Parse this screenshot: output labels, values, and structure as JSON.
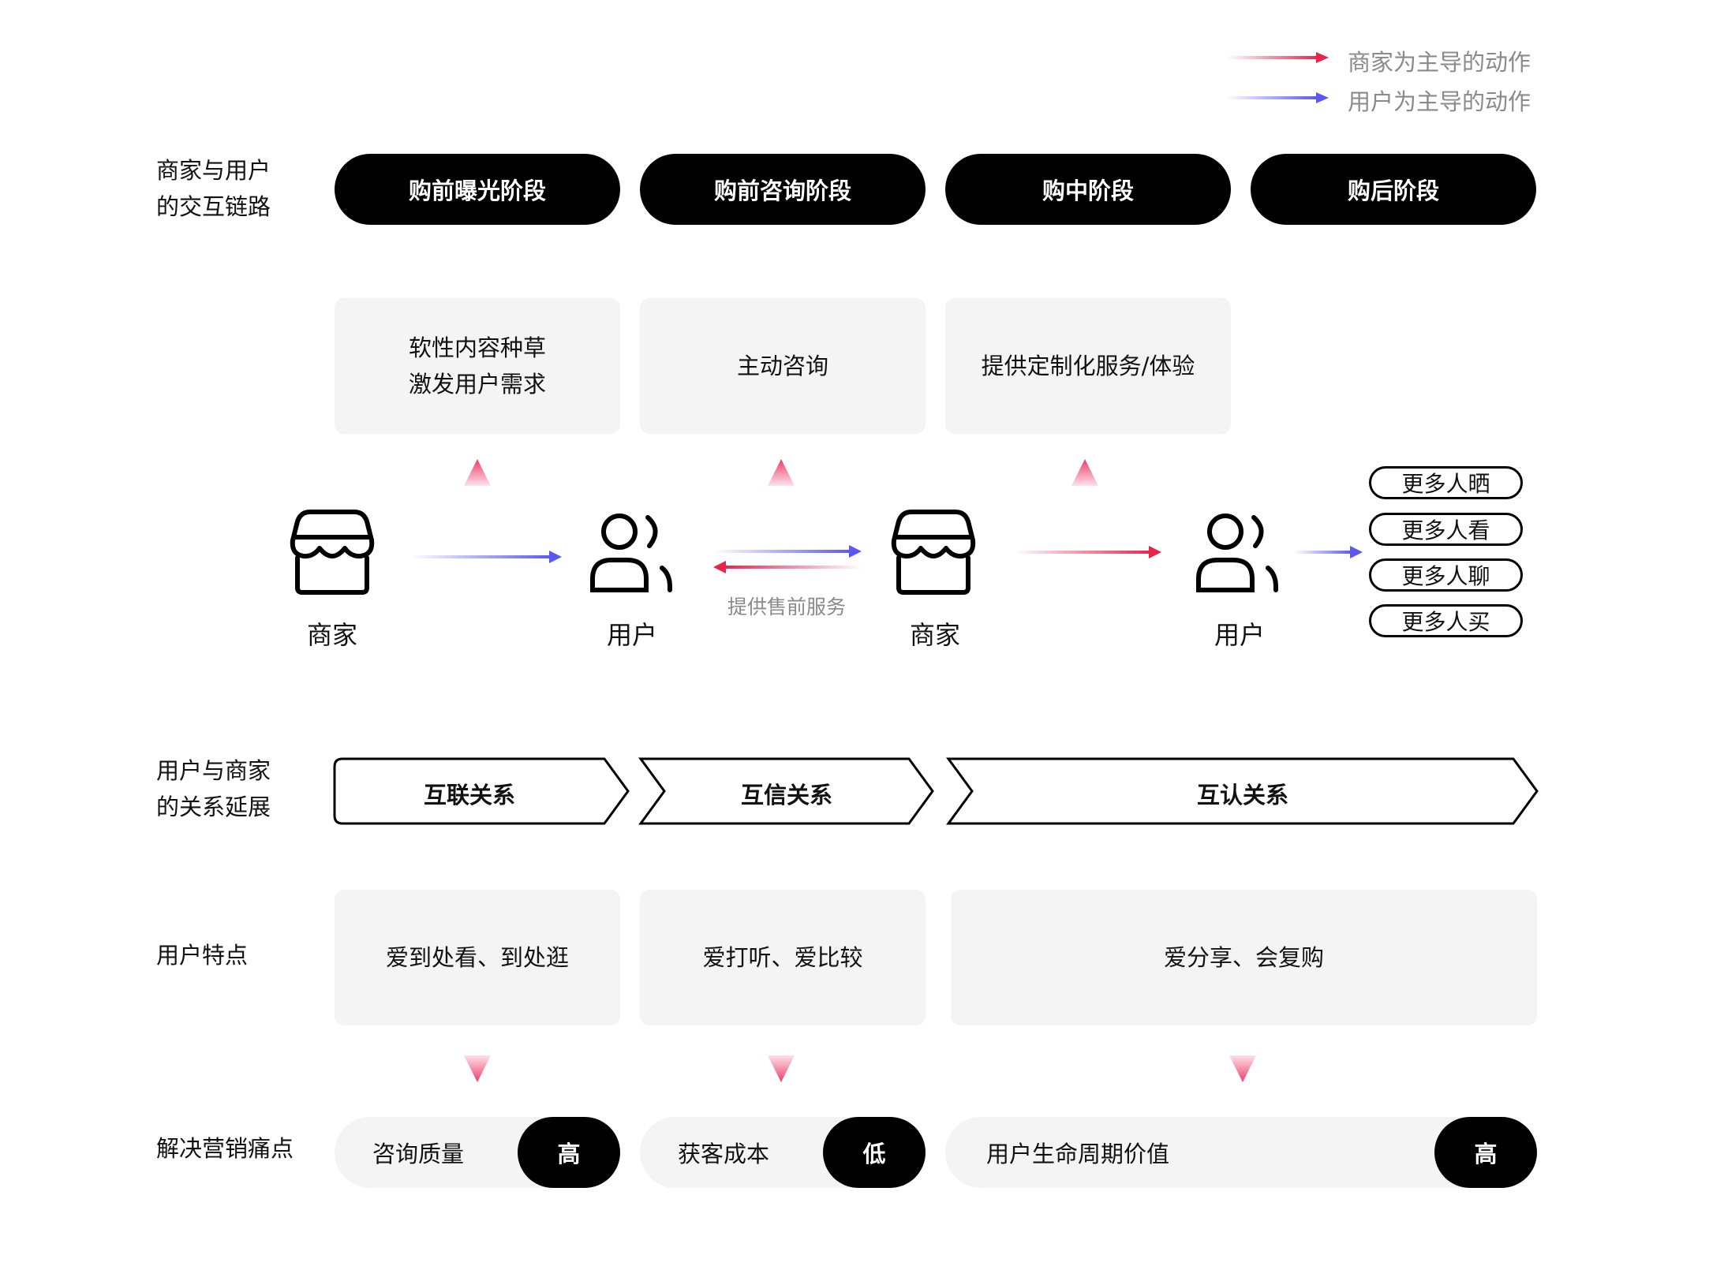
{
  "legend": {
    "merchant_led": "商家为主导的动作",
    "user_led": "用户为主导的动作"
  },
  "colors": {
    "merchant_arrow": "#e8244a",
    "user_arrow": "#5b57f0",
    "triangle": "#ee3c6a",
    "card_bg": "#f4f4f4",
    "stage_bg": "#000000"
  },
  "rows": {
    "interaction": "商家与用户的交互链路",
    "interaction_line1": "商家与用户",
    "interaction_line2": "的交互链路",
    "relation_line1": "用户与商家",
    "relation_line2": "的关系延展",
    "traits": "用户特点",
    "pain": "解决营销痛点"
  },
  "stages": [
    "购前曝光阶段",
    "购前咨询阶段",
    "购中阶段",
    "购后阶段"
  ],
  "actions": {
    "a1_line1": "软性内容种草",
    "a1_line2": "激发用户需求",
    "a2": "主动咨询",
    "a3": "提供定制化服务/体验"
  },
  "nodes": [
    "商家",
    "用户",
    "商家",
    "用户"
  ],
  "presale_caption": "提供售前服务",
  "outcomes": [
    "更多人晒",
    "更多人看",
    "更多人聊",
    "更多人买"
  ],
  "relations": [
    "互联关系",
    "互信关系",
    "互认关系"
  ],
  "traits": [
    "爱到处看、到处逛",
    "爱打听、爱比较",
    "爱分享、会复购"
  ],
  "pain_points": [
    {
      "label": "咨询质量",
      "level": "高"
    },
    {
      "label": "获客成本",
      "level": "低"
    },
    {
      "label": "用户生命周期价值",
      "level": "高"
    }
  ],
  "icons": {
    "merchant": "store-icon",
    "user": "users-icon"
  }
}
